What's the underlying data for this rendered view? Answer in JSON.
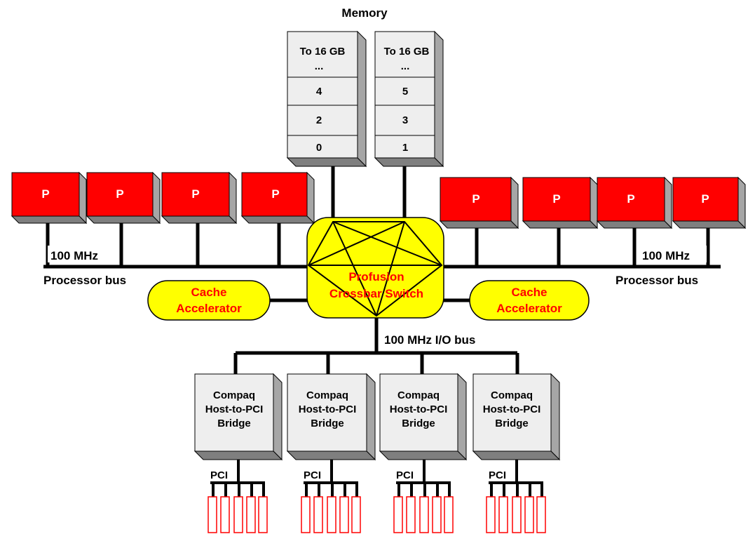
{
  "title": "Memory",
  "memory_banks": [
    {
      "header": "To 16 GB",
      "ellipsis": "...",
      "cells": [
        "4",
        "2",
        "0"
      ]
    },
    {
      "header": "To 16 GB",
      "ellipsis": "...",
      "cells": [
        "5",
        "3",
        "1"
      ]
    }
  ],
  "processor_label": "P",
  "left_bus": {
    "speed": "100 MHz",
    "name": "Processor bus"
  },
  "right_bus": {
    "speed": "100 MHz",
    "name": "Processor bus"
  },
  "cache_left": {
    "line1": "Cache",
    "line2": "Accelerator"
  },
  "cache_right": {
    "line1": "Cache",
    "line2": "Accelerator"
  },
  "switch": {
    "line1": "Profusion",
    "line2": "Crossbar Switch"
  },
  "io_bus": "100 MHz I/O bus",
  "bridges": [
    {
      "line1": "Compaq",
      "line2": "Host-to-PCI",
      "line3": "Bridge",
      "pci": "PCI"
    },
    {
      "line1": "Compaq",
      "line2": "Host-to-PCI",
      "line3": "Bridge",
      "pci": "PCI"
    },
    {
      "line1": "Compaq",
      "line2": "Host-to-PCI",
      "line3": "Bridge",
      "pci": "PCI"
    },
    {
      "line1": "Compaq",
      "line2": "Host-to-PCI",
      "line3": "Bridge",
      "pci": "PCI"
    }
  ],
  "colors": {
    "processor": "#ff0000",
    "accelerator": "#ffff00",
    "label_red": "#ff0000",
    "box": "#eeeeee",
    "shade": "#a6a6a6"
  }
}
